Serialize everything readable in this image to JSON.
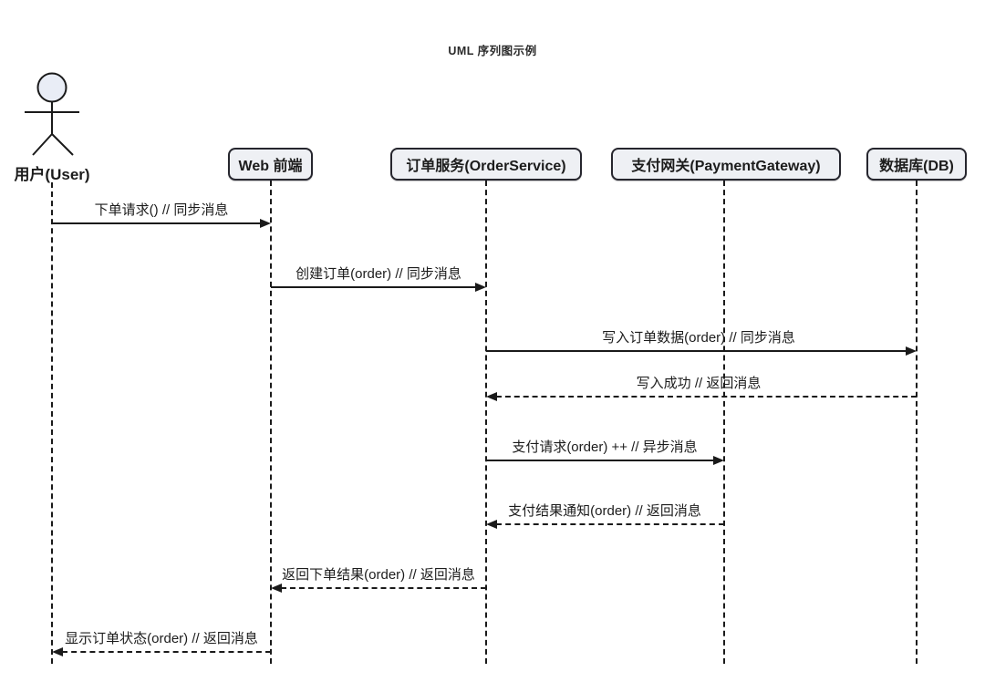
{
  "title": "UML 序列图示例",
  "colors": {
    "line_color": "#1a1a1a",
    "participant_fill": "#eef0f4",
    "participant_border": "#26262e",
    "actor_head_fill": "#e9edf6",
    "text_color": "#1c1c1c",
    "bg_color": "#ffffff"
  },
  "actor": {
    "label": "用户(User)"
  },
  "participants": [
    {
      "id": "web-frontend",
      "label": "Web 前端"
    },
    {
      "id": "order-service",
      "label": "订单服务(OrderService)"
    },
    {
      "id": "payment-gateway",
      "label": "支付网关(PaymentGateway)"
    },
    {
      "id": "database",
      "label": "数据库(DB)"
    }
  ],
  "messages": [
    {
      "label": "下单请求() // 同步消息",
      "from": "用户(User)",
      "to": "Web 前端",
      "line": "solid",
      "arrow": "right"
    },
    {
      "label": "创建订单(order) // 同步消息",
      "from": "Web 前端",
      "to": "订单服务(OrderService)",
      "line": "solid",
      "arrow": "right"
    },
    {
      "label": "写入订单数据(order) // 同步消息",
      "from": "订单服务(OrderService)",
      "to": "数据库(DB)",
      "line": "solid",
      "arrow": "right"
    },
    {
      "label": "写入成功 // 返回消息",
      "from": "数据库(DB)",
      "to": "订单服务(OrderService)",
      "line": "dashed",
      "arrow": "left"
    },
    {
      "label": "支付请求(order) ++ // 异步消息",
      "from": "订单服务(OrderService)",
      "to": "支付网关(PaymentGateway)",
      "line": "solid",
      "arrow": "right"
    },
    {
      "label": "支付结果通知(order) // 返回消息",
      "from": "支付网关(PaymentGateway)",
      "to": "订单服务(OrderService)",
      "line": "dashed",
      "arrow": "left"
    },
    {
      "label": "返回下单结果(order) // 返回消息",
      "from": "订单服务(OrderService)",
      "to": "Web 前端",
      "line": "dashed",
      "arrow": "left"
    },
    {
      "label": "显示订单状态(order) // 返回消息",
      "from": "Web 前端",
      "to": "用户(User)",
      "line": "dashed",
      "arrow": "left"
    }
  ]
}
